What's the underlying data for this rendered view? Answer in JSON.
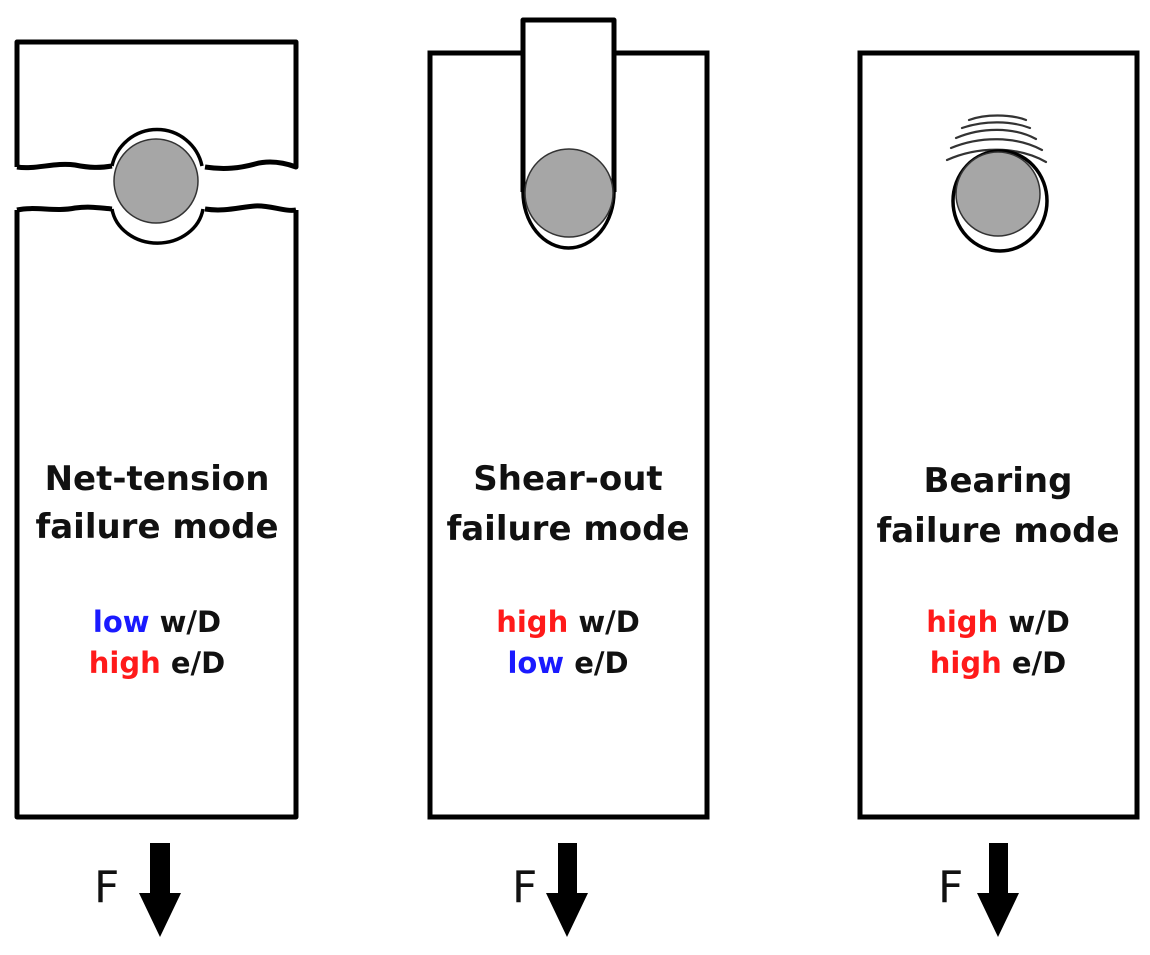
{
  "diagram": {
    "colors": {
      "low": "#1a1aff",
      "high": "#ff1a1a",
      "text": "#111111",
      "pin": "#a6a6a6"
    },
    "force_label": "F",
    "panels": [
      {
        "id": "net-tension",
        "title_line1": "Net-tension",
        "title_line2": "failure mode",
        "conditions": [
          {
            "level": "low",
            "param": "w/D"
          },
          {
            "level": "high",
            "param": "e/D"
          }
        ]
      },
      {
        "id": "shear-out",
        "title_line1": "Shear-out",
        "title_line2": "failure mode",
        "conditions": [
          {
            "level": "high",
            "param": "w/D"
          },
          {
            "level": "low",
            "param": "e/D"
          }
        ]
      },
      {
        "id": "bearing",
        "title_line1": "Bearing",
        "title_line2": "failure mode",
        "conditions": [
          {
            "level": "high",
            "param": "w/D"
          },
          {
            "level": "high",
            "param": "e/D"
          }
        ]
      }
    ]
  }
}
